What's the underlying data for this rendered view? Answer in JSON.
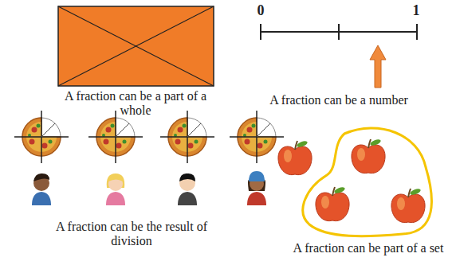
{
  "diagram": {
    "labels": [
      "A fraction can be a part of a whole",
      "0",
      "1",
      "A fraction can be a number",
      "A fraction can be the result of division",
      "A fraction can be part of a set"
    ]
  }
}
